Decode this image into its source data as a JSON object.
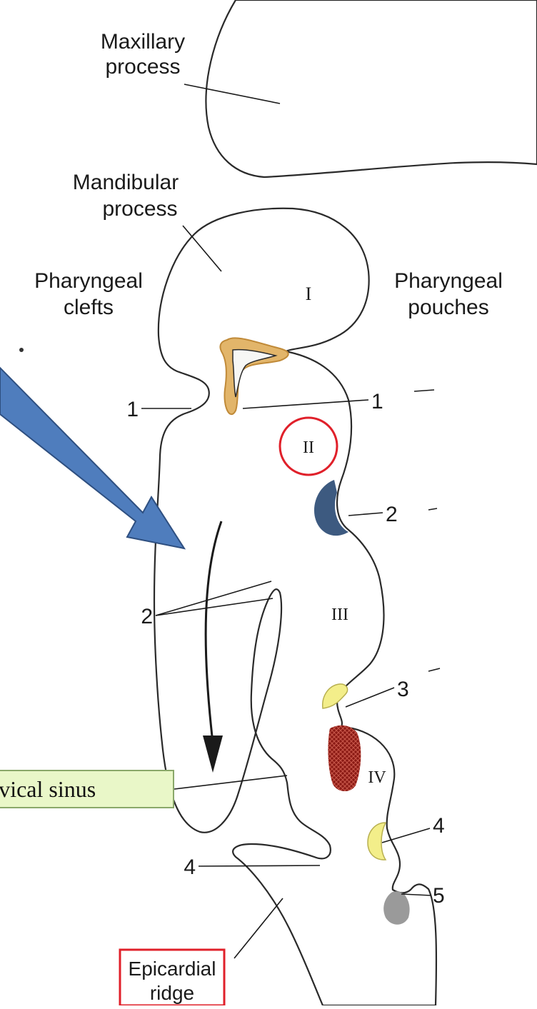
{
  "labels": {
    "maxillary": [
      "Maxillary",
      "process"
    ],
    "mandibular": [
      "Mandibular",
      "process"
    ],
    "pharyngeal_clefts": [
      "Pharyngeal",
      "clefts"
    ],
    "pharyngeal_pouches": [
      "Pharyngeal",
      "pouches"
    ],
    "cleft_numbers": [
      "1",
      "2",
      "4"
    ],
    "pouch_numbers": [
      "1",
      "2",
      "3",
      "4",
      "5"
    ],
    "arches": [
      "I",
      "II",
      "III",
      "IV"
    ],
    "cervical_sinus": "Cervical sinus",
    "epicardial": [
      "Epicardial",
      "ridge"
    ]
  },
  "colors": {
    "arrow_fill": "#4f7dbd",
    "arrow_stroke": "#2e4f80",
    "highlight_circle": "#e0202a",
    "highlight_box": "#e0202a",
    "pouch1": "#e2b56a",
    "pouch2": "#3d5a80",
    "pouch3_dorsal": "#f3ee8a",
    "pouch3_ventral": "#8b1a14",
    "pouch4": "#f3ee8a",
    "pouch5": "#9a9a9a",
    "callout_fill": "#e9f7c8"
  }
}
